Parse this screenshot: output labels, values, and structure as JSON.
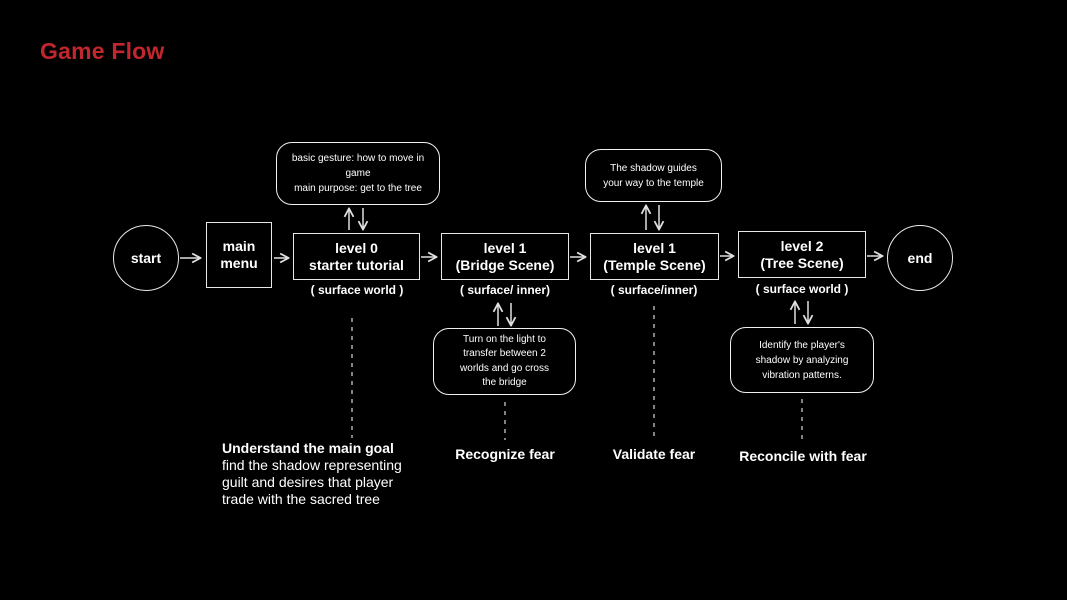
{
  "page": {
    "title": "Game Flow"
  },
  "colors": {
    "background": "#000000",
    "accent_red": "#c2262e",
    "stroke": "#e8e8e8",
    "dashed_line": "#c9c9c9"
  },
  "flow": {
    "start": {
      "label": "start"
    },
    "main_menu": {
      "label": "main\nmenu"
    },
    "level0": {
      "label": "level 0\nstarter tutorial",
      "world": "( surface world )"
    },
    "level1_bridge": {
      "label": "level 1\n(Bridge Scene)",
      "world": "( surface/ inner)"
    },
    "level1_temple": {
      "label": "level 1\n(Temple Scene)",
      "world": "( surface/inner)"
    },
    "level2_tree": {
      "label": "level 2\n(Tree Scene)",
      "world": "( surface world )"
    },
    "end": {
      "label": "end"
    }
  },
  "annotations": {
    "tutorial_note": "basic gesture: how to move in game\nmain purpose: get to the tree",
    "temple_note": "The shadow guides\nyour way to the temple",
    "bridge_note": "Turn on the light to\ntransfer between 2\nworlds and  go cross\nthe bridge",
    "tree_note": "Identify the player's\nshadow by analyzing\nvibration patterns."
  },
  "phases": {
    "goal_heading": "Understand the main goal",
    "goal_description": "find the shadow representing\nguilt and desires that player\ntrade with the sacred tree",
    "recognize": "Recognize fear",
    "validate": "Validate fear",
    "reconcile": "Reconcile with fear"
  }
}
